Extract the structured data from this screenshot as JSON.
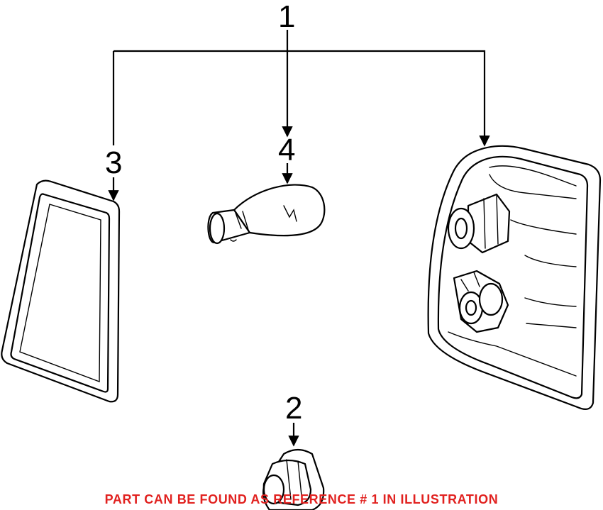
{
  "callouts": {
    "ref_1": "1",
    "ref_2": "2",
    "ref_3": "3",
    "ref_4": "4"
  },
  "note": "PART CAN BE FOUND AS REFERENCE # 1 IN ILLUSTRATION",
  "colors": {
    "line": "#000000",
    "note": "#e1211f",
    "background": "#ffffff"
  }
}
